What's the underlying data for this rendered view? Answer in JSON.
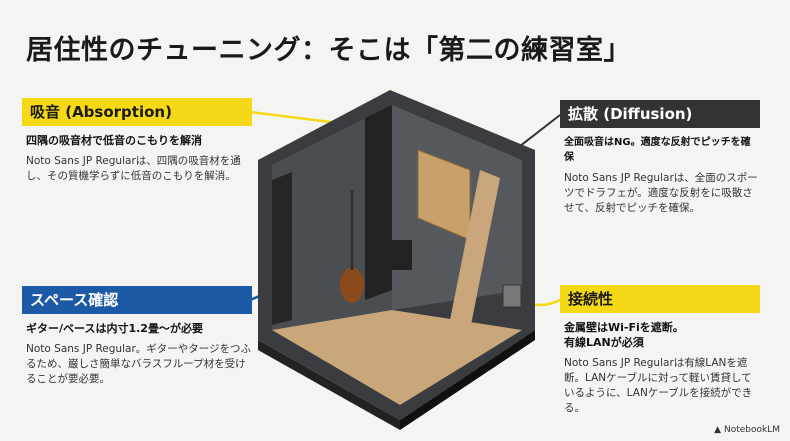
{
  "title": "居住性のチューニング：そこは「第二の練習室」",
  "panels": {
    "absorption": {
      "header": "吸音 (Absorption)",
      "subtitle": "四隅の吸音材で低音のこもりを解消",
      "body": "Noto Sans JP Regularは、四隅の吸音材を通し、その質機学らずに低音のこもりを解消。"
    },
    "space": {
      "header": "スペース確認",
      "subtitle": "ギター/ベースは内寸1.2畳～が必要",
      "body": "Noto Sans JP Regular。ギターやタージをつふるため、巌しさ簡単なバラスフループ材を受けることが要必要。"
    },
    "diffusion": {
      "header": "拡散 (Diffusion)",
      "subtitle": "全面吸音はNG。適度な反射でピッチを確保",
      "body": "Noto Sans JP Regularは、全面のスポーツでドラフェが。適度な反射をに吸散させて、反射でピッチを確保。"
    },
    "connectivity": {
      "header": "接続性",
      "subtitle": "金属壁はWi-Fiを遮断。\n有線LANが必須",
      "body": "Noto Sans JP Regularは有線LANを遮断。LANケーブルに対って軽い賃貸しているように、LANケーブルを接続ができる。"
    }
  },
  "logo": "NotebookLM",
  "colors": {
    "yellow": "#f5d816",
    "blue": "#1c5aa6",
    "dark": "#333333"
  }
}
